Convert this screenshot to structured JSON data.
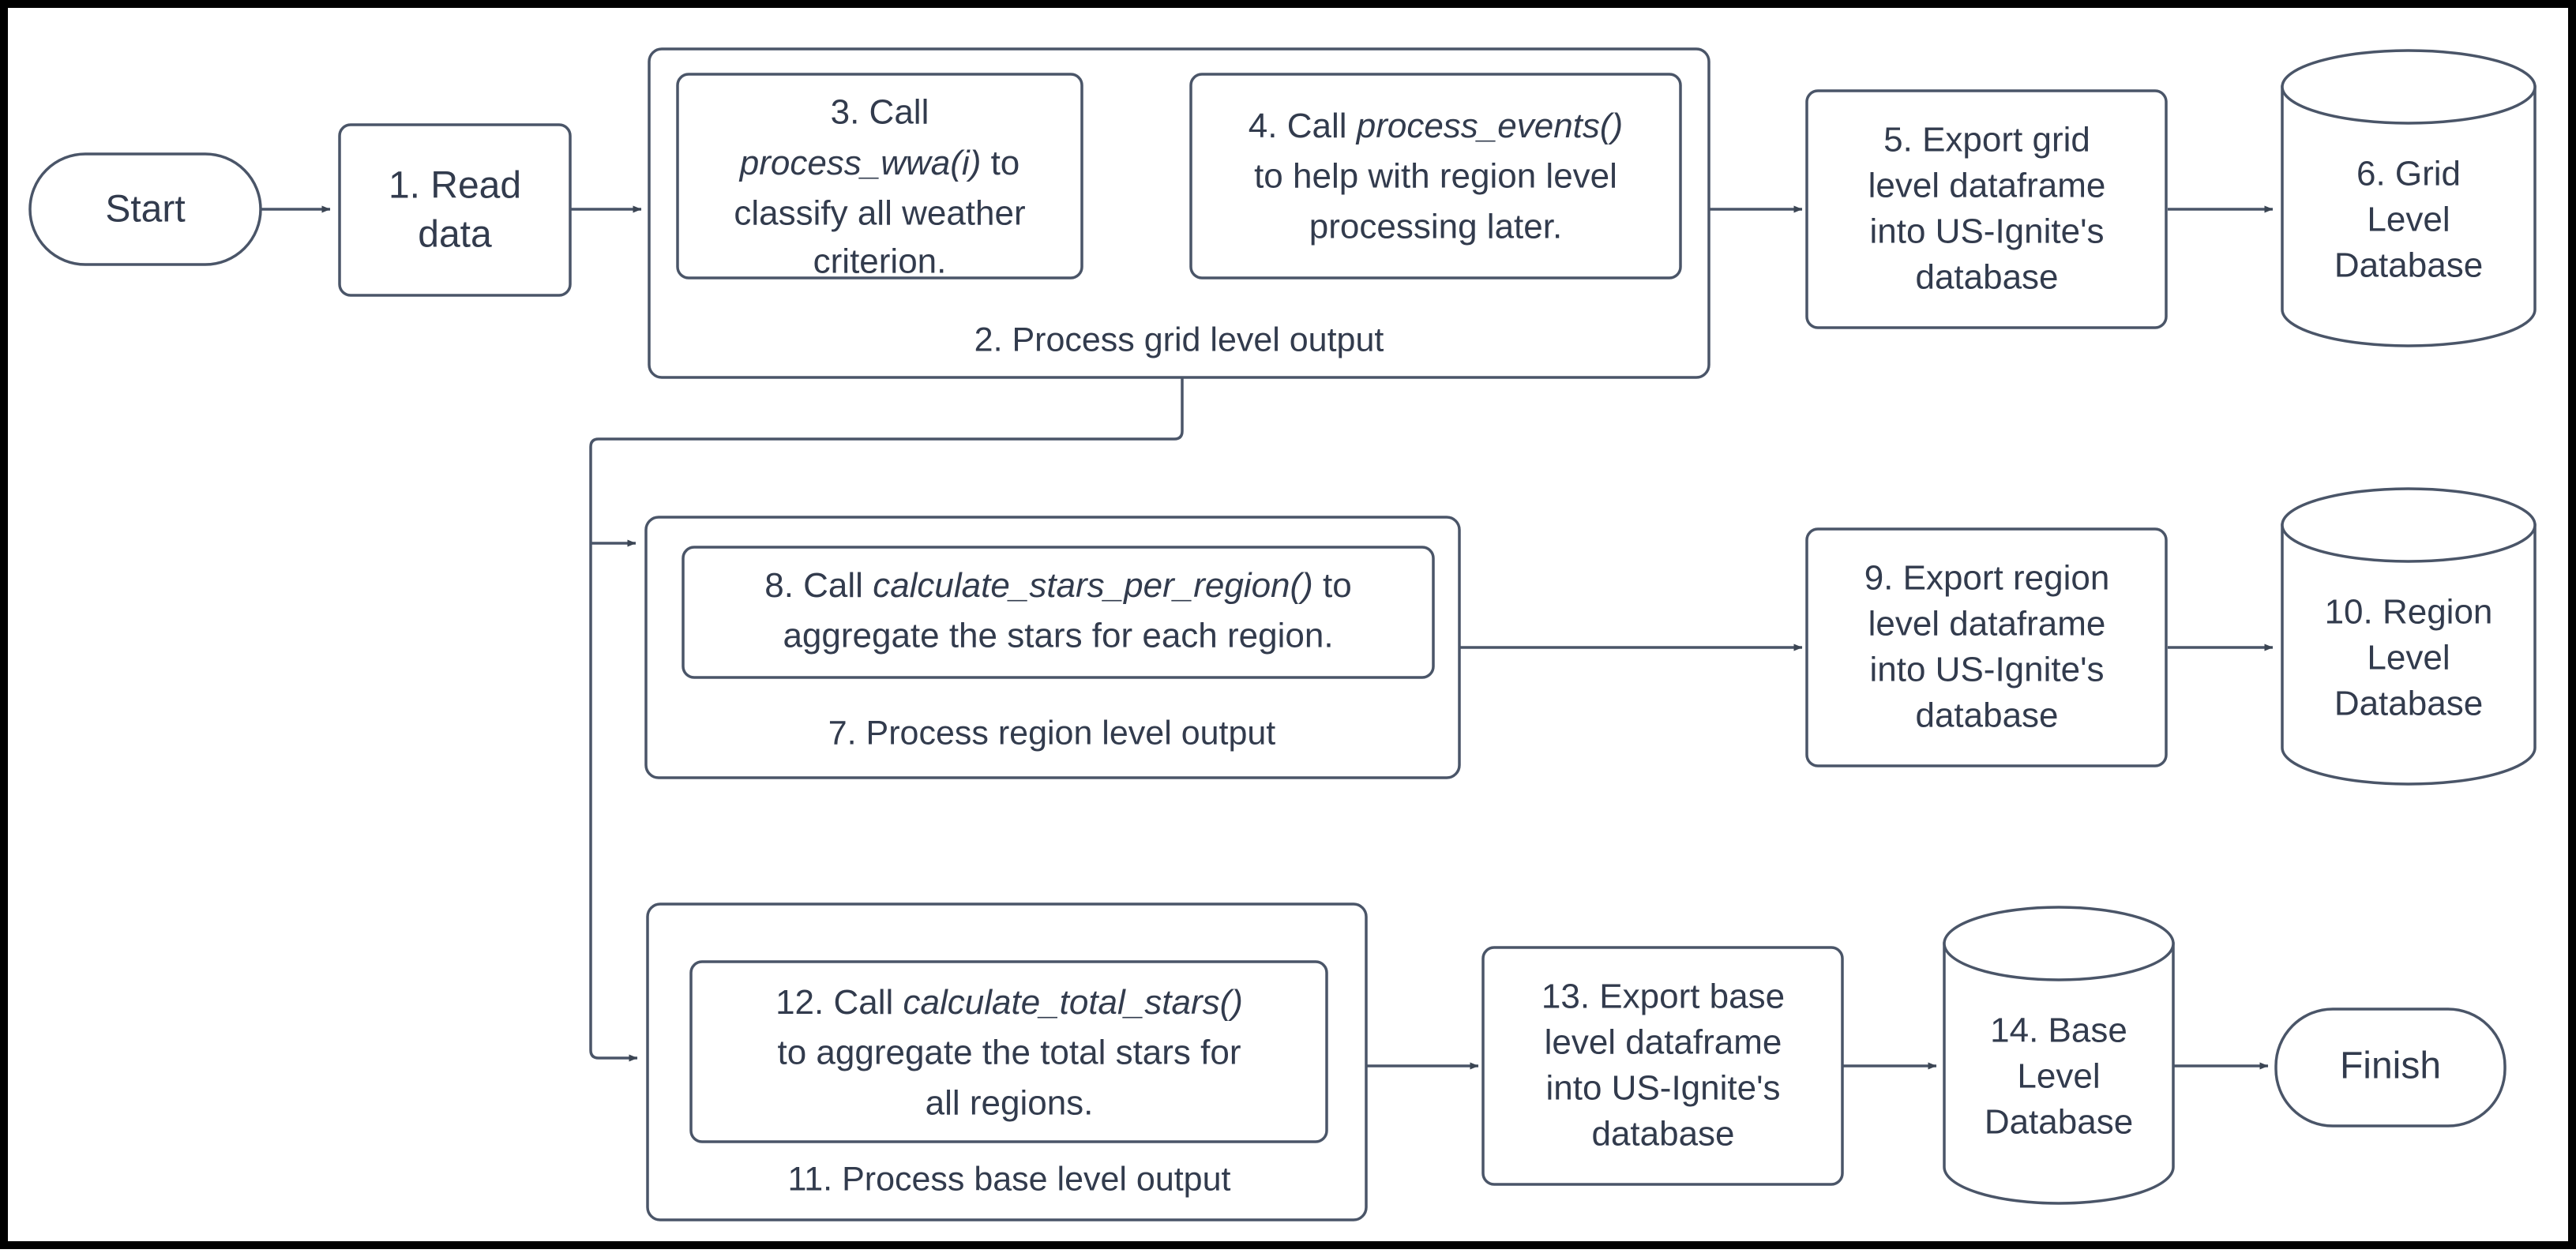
{
  "diagram": {
    "type": "flowchart",
    "title": "US-Ignite weather data processing pipeline flowchart",
    "colors": {
      "frame_border": "#000000",
      "node_stroke": "#4A5568",
      "node_fill": "#FFFFFF",
      "text": "#323B4D",
      "connector": "#4A5568"
    },
    "nodes": {
      "start": {
        "label": "Start",
        "shape": "terminator"
      },
      "step1": {
        "line1": "1. Read",
        "line2": "data",
        "shape": "process"
      },
      "group2": {
        "label": "2. Process grid level output",
        "shape": "container"
      },
      "step3": {
        "line1": "3. Call",
        "line2_italic": "process_wwa(i)",
        "line2_tail": " to",
        "line3": "classify all weather",
        "line4": "criterion.",
        "shape": "process"
      },
      "step4": {
        "line1_head": "4. Call ",
        "line1_italic": "process_events()",
        "line2": "to help with region level",
        "line3": "processing later.",
        "shape": "process"
      },
      "step5": {
        "line1": "5. Export grid",
        "line2": "level dataframe",
        "line3": "into US-Ignite's",
        "line4": "database",
        "shape": "process"
      },
      "step6": {
        "line1": "6. Grid",
        "line2": "Level",
        "line3": "Database",
        "shape": "database-cylinder"
      },
      "group7": {
        "label": "7. Process region level output",
        "shape": "container"
      },
      "step8": {
        "line1_head": "8. Call ",
        "line1_italic": "calculate_stars_per_region()",
        "line1_tail": " to",
        "line2": "aggregate the stars for each region.",
        "shape": "process"
      },
      "step9": {
        "line1": "9. Export region",
        "line2": "level dataframe",
        "line3": "into US-Ignite's",
        "line4": "database",
        "shape": "process"
      },
      "step10": {
        "line1": "10. Region",
        "line2": "Level",
        "line3": "Database",
        "shape": "database-cylinder"
      },
      "group11": {
        "label": "11. Process base level output",
        "shape": "container"
      },
      "step12": {
        "line1_head": "12. Call ",
        "line1_italic": "calculate_total_stars()",
        "line2": "to aggregate the total stars for",
        "line3": "all regions.",
        "shape": "process"
      },
      "step13": {
        "line1": "13. Export base",
        "line2": "level dataframe",
        "line3": "into US-Ignite's",
        "line4": "database",
        "shape": "process"
      },
      "step14": {
        "line1": "14. Base",
        "line2": "Level",
        "line3": "Database",
        "shape": "database-cylinder"
      },
      "finish": {
        "label": "Finish",
        "shape": "terminator"
      }
    },
    "edges": [
      {
        "from": "start",
        "to": "step1",
        "style": "arrow"
      },
      {
        "from": "step1",
        "to": "group2",
        "style": "arrow"
      },
      {
        "from": "step3",
        "to": "step4",
        "style": "arrow"
      },
      {
        "from": "group2",
        "to": "step5",
        "style": "arrow"
      },
      {
        "from": "step5",
        "to": "step6",
        "style": "arrow"
      },
      {
        "from": "group2",
        "to": "group7",
        "style": "arrow-elbow"
      },
      {
        "from": "group2",
        "to": "group11",
        "style": "arrow-elbow"
      },
      {
        "from": "group7",
        "to": "step9",
        "style": "arrow"
      },
      {
        "from": "step9",
        "to": "step10",
        "style": "arrow"
      },
      {
        "from": "group11",
        "to": "step13",
        "style": "arrow"
      },
      {
        "from": "step13",
        "to": "step14",
        "style": "arrow"
      },
      {
        "from": "step14",
        "to": "finish",
        "style": "arrow"
      }
    ]
  }
}
